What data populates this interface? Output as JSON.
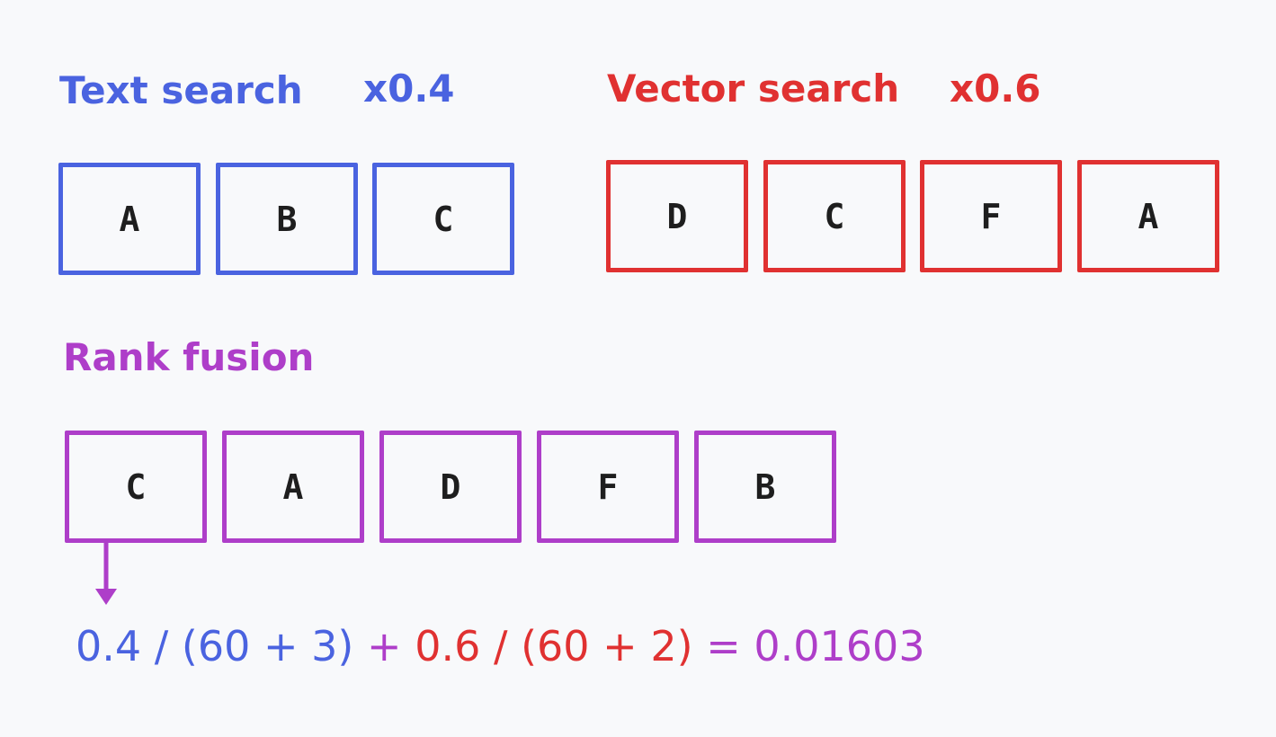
{
  "text_search": {
    "label": "Text search",
    "weight": "x0.4",
    "results": [
      "A",
      "B",
      "C"
    ],
    "color": "#4a63e0"
  },
  "vector_search": {
    "label": "Vector search",
    "weight": "x0.6",
    "results": [
      "D",
      "C",
      "F",
      "A"
    ],
    "color": "#e03131"
  },
  "rank_fusion": {
    "label": "Rank fusion",
    "results": [
      "C",
      "A",
      "D",
      "F",
      "B"
    ],
    "color": "#ae3ec9"
  },
  "formula": {
    "text_term": "0.4 / (60 + 3)",
    "plus": "+",
    "vector_term": "0.6 / (60 + 2)",
    "equals": "= 0.01603"
  },
  "icons": {
    "arrow": "arrow-down-icon"
  }
}
